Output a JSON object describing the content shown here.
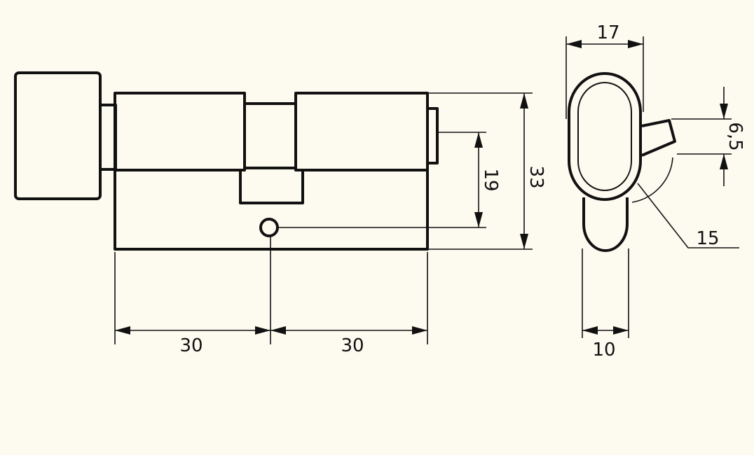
{
  "dimensions": {
    "left_half_length": "30",
    "right_half_length": "30",
    "body_height": "33",
    "cam_axis_offset": "19",
    "knob_width": "17",
    "profile_width": "10",
    "cam_thickness": "6,5",
    "cam_radius": "15"
  },
  "colors": {
    "background": "#fdfaf0",
    "line": "#111111"
  }
}
